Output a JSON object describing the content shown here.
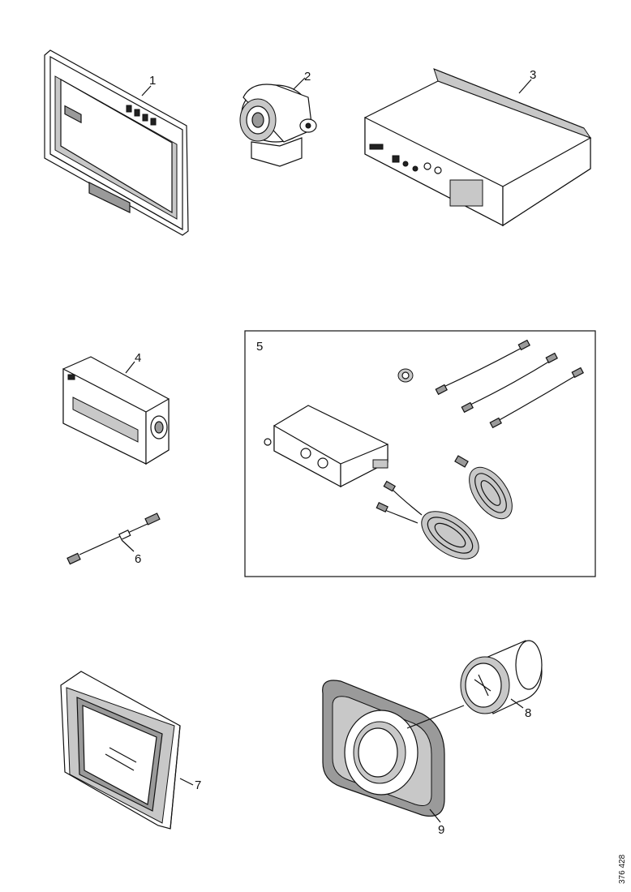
{
  "diagram": {
    "part_labels": {
      "p1": "1",
      "p2": "2",
      "p3": "3",
      "p4": "4",
      "p5": "5",
      "p6": "6",
      "p7": "7",
      "p8": "8",
      "p9": "9"
    },
    "reference_code": "376 428"
  }
}
